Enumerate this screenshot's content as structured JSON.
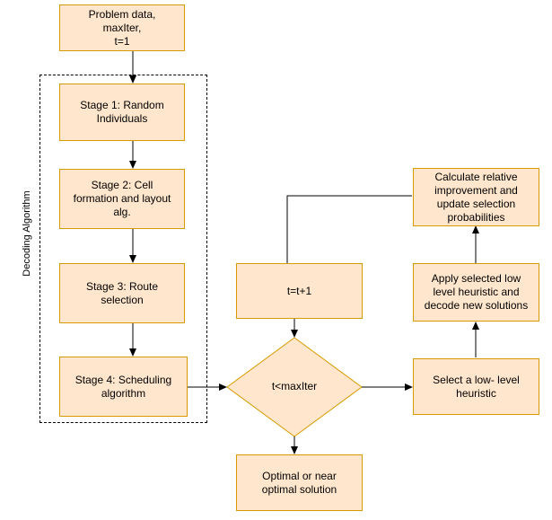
{
  "diagram": {
    "group_label": "Decoding Algorithm",
    "nodes": {
      "start": [
        "Problem data,",
        "maxIter,",
        "t=1"
      ],
      "stage1": [
        "Stage 1: Random",
        "Individuals"
      ],
      "stage2": [
        "Stage 2: Cell",
        "formation and layout",
        "alg."
      ],
      "stage3": [
        "Stage 3: Route",
        "selection"
      ],
      "stage4": [
        "Stage 4: Scheduling",
        "algorithm"
      ],
      "decision": "t<maxIter",
      "increment": "t=t+1",
      "output": [
        "Optimal or near",
        "optimal solution"
      ],
      "select": [
        "Select a low- level",
        "heuristic"
      ],
      "apply": [
        "Apply selected low",
        "level heuristic and",
        "decode new solutions"
      ],
      "calc": [
        "Calculate relative",
        "improvement and",
        "update selection",
        "probabilities"
      ]
    },
    "colors": {
      "fill": "#ffe6cc",
      "stroke": "#d79b00",
      "line": "#000000"
    }
  }
}
